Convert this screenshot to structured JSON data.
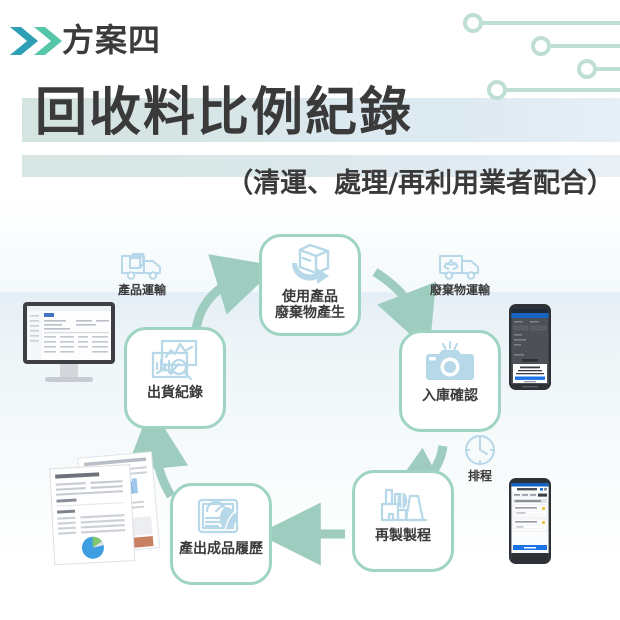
{
  "header": {
    "kicker": "方案四",
    "kicker_icon": "double-chevron-right-icon",
    "title": "回收料比例紀錄",
    "subtitle": "（清運、處理/再利用業者配合）",
    "decor_icon": "circuit-lines-decoration"
  },
  "colors": {
    "node_border": "#9fd3c4",
    "node_icon": "#b6d8e8",
    "arrow": "#9ecdc0",
    "band_left": "#d4e4e0",
    "band_right": "#e6eff6",
    "chevron_dark": "#2f9fb5",
    "chevron_light": "#5bc9ab",
    "text": "#3a3a3a",
    "wash_blue": "#e4eef5"
  },
  "diagram": {
    "name": "recycled-material-ratio-lifecycle",
    "nodes": [
      {
        "id": "use",
        "icon": "box-with-arrow-icon",
        "label": "使用產品\n廢棄物產生"
      },
      {
        "id": "inbound",
        "icon": "camera-icon",
        "label": "入庫確認"
      },
      {
        "id": "remake",
        "icon": "factory-leaf-icon",
        "label": "再製製程"
      },
      {
        "id": "trace",
        "icon": "certificate-leaf-icon",
        "label": "產出成品履歷"
      },
      {
        "id": "shipping",
        "icon": "chart-report-search-icon",
        "label": "出貨紀錄"
      }
    ],
    "side_labels": [
      {
        "id": "product-transport",
        "icon": "truck-icon",
        "text": "產品運輸"
      },
      {
        "id": "waste-transport",
        "icon": "recycle-truck-icon",
        "text": "廢棄物運輸"
      },
      {
        "id": "scheduling",
        "icon": "clock-icon",
        "text": "排程"
      }
    ],
    "devices": [
      {
        "id": "desktop-monitor",
        "icon": "desktop-monitor-dashboard"
      },
      {
        "id": "report-documents",
        "icon": "paper-reports-with-pie-chart"
      },
      {
        "id": "mobile-phone-confirm",
        "icon": "smartphone-dark-form-dialog"
      },
      {
        "id": "mobile-phone-form",
        "icon": "smartphone-light-form"
      }
    ],
    "arrow_count": 5
  }
}
